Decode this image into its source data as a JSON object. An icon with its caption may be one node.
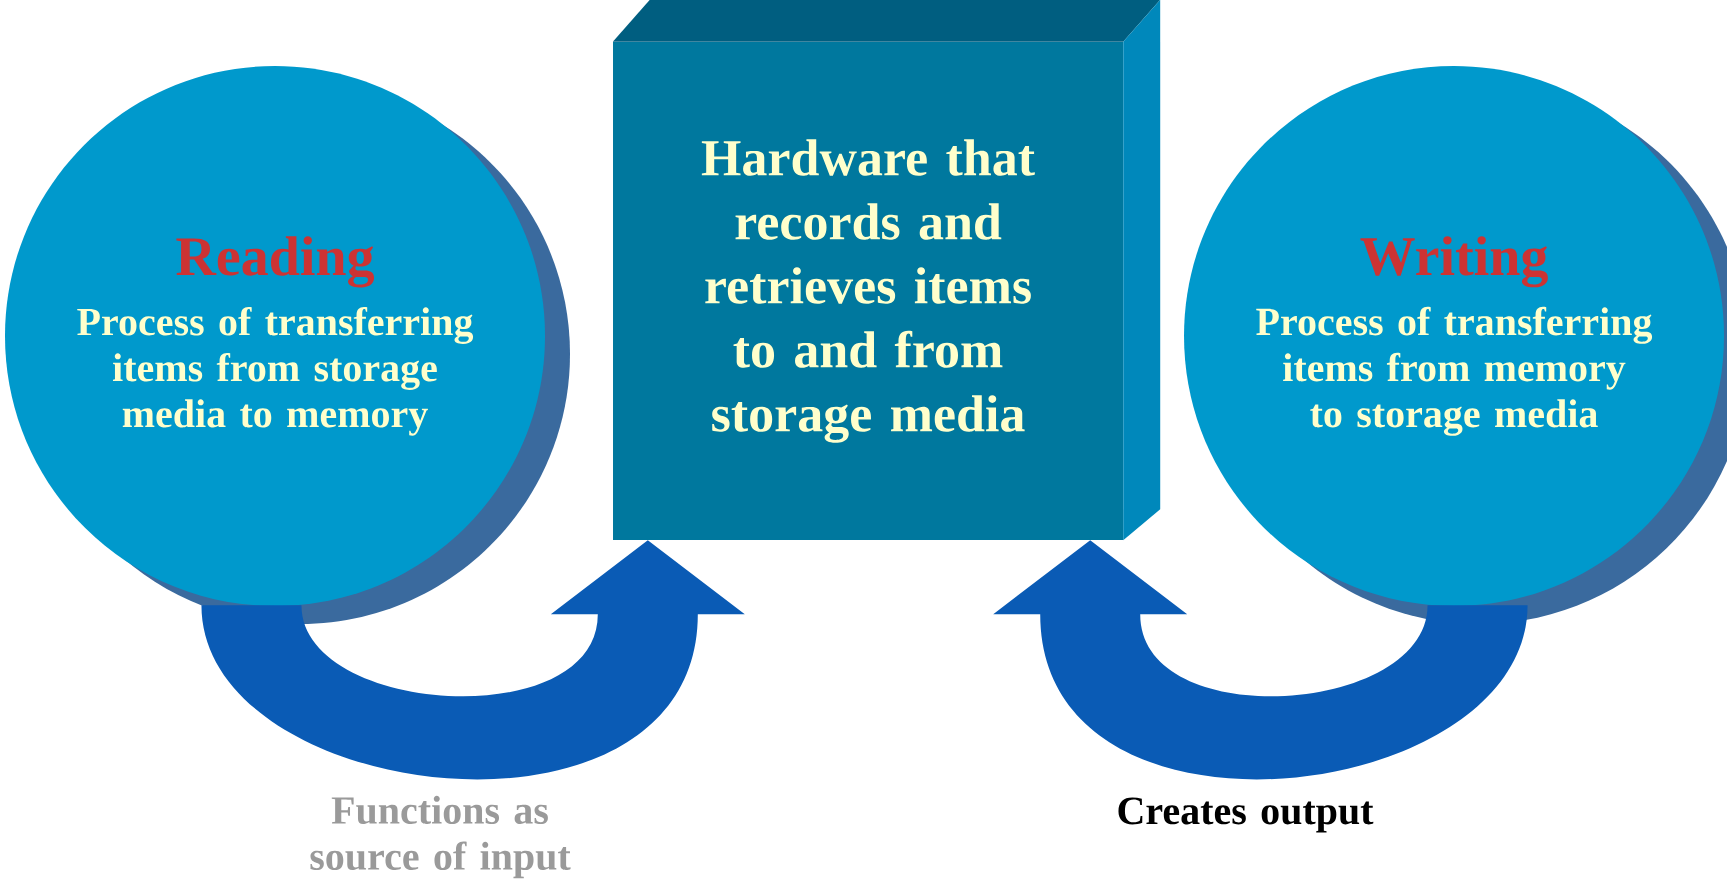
{
  "diagram": {
    "nodes": [
      {
        "text": [
          "Reading",
          "Process of transferring items from storage media to memory"
        ]
      },
      {
        "text": [
          "Hardware that records and retrieves items to and from storage media"
        ]
      },
      {
        "text": [
          "Writing",
          "Process of transferring items from memory to storage media"
        ]
      }
    ],
    "edges": [
      {
        "from": 0,
        "to": 1,
        "arrow": "to",
        "label": "Functions as source of input",
        "color": "#0a5bb5"
      },
      {
        "from": 2,
        "to": 1,
        "arrow": "to",
        "label": "Creates output",
        "color": "#0a5bb5"
      }
    ]
  }
}
